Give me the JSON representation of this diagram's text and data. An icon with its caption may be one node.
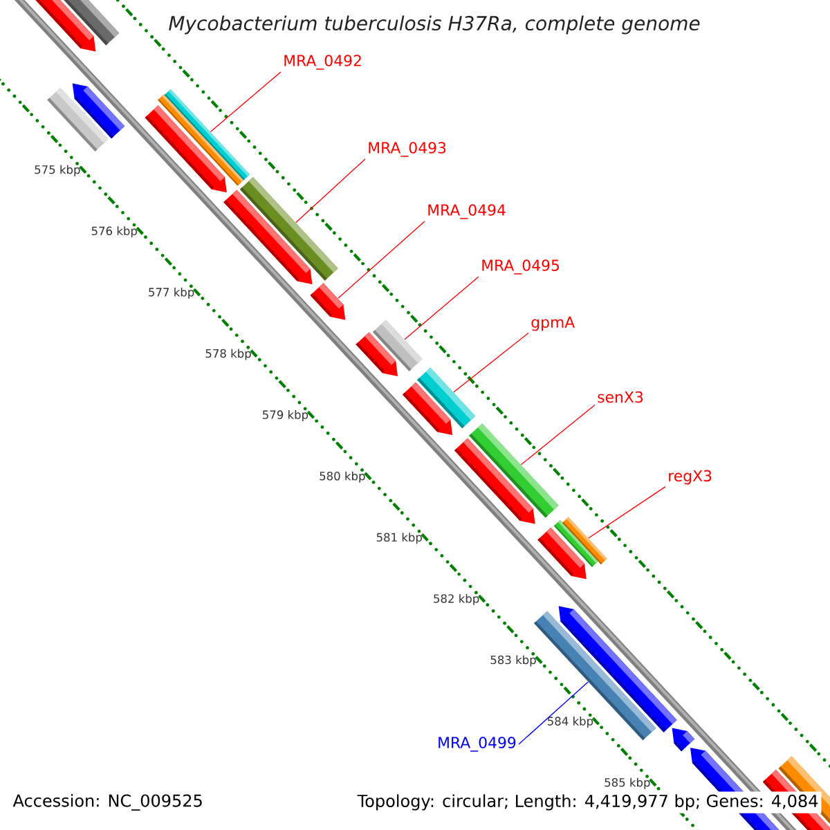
{
  "diagram": {
    "title": "Mycobacterium tuberculosis H37Ra, complete genome",
    "nodes": [
      {
        "text": [
          "MRA_0492"
        ]
      },
      {
        "text": [
          "MRA_0493"
        ]
      },
      {
        "text": [
          "MRA_0494"
        ]
      },
      {
        "text": [
          "MRA_0495"
        ]
      },
      {
        "text": [
          "gpmA"
        ]
      },
      {
        "text": [
          "senX3"
        ]
      },
      {
        "text": [
          "regX3"
        ]
      },
      {
        "text": [
          "MRA_0499"
        ]
      },
      {
        "text": [],
        "shape": "bar"
      },
      {
        "text": [],
        "shape": "bar"
      },
      {
        "text": [],
        "shape": "bar"
      },
      {
        "text": [],
        "shape": "bar"
      },
      {
        "text": [],
        "shape": "bar"
      },
      {
        "text": [],
        "shape": "bar"
      },
      {
        "text": [],
        "shape": "bar"
      },
      {
        "text": [],
        "shape": "bar"
      }
    ],
    "edges": [
      {
        "from": 0,
        "to": 8,
        "arrow": "none"
      },
      {
        "from": 1,
        "to": 9,
        "arrow": "none"
      },
      {
        "from": 2,
        "to": 10,
        "arrow": "none"
      },
      {
        "from": 3,
        "to": 11,
        "arrow": "none"
      },
      {
        "from": 4,
        "to": 12,
        "arrow": "none"
      },
      {
        "from": 5,
        "to": 13,
        "arrow": "none"
      },
      {
        "from": 6,
        "to": 14,
        "arrow": "none"
      },
      {
        "from": 7,
        "to": 15,
        "arrow": "none",
        "color": "#0000ff"
      }
    ],
    "labels": [
      "575 kbp",
      "576 kbp",
      "577 kbp",
      "578 kbp",
      "579 kbp",
      "580 kbp",
      "581 kbp",
      "582 kbp",
      "583 kbp",
      "584 kbp",
      "585 kbp",
      "Accession: NC_009525",
      "Topology: circular; Length: 4,419,977 bp; Genes: 4,084"
    ]
  }
}
